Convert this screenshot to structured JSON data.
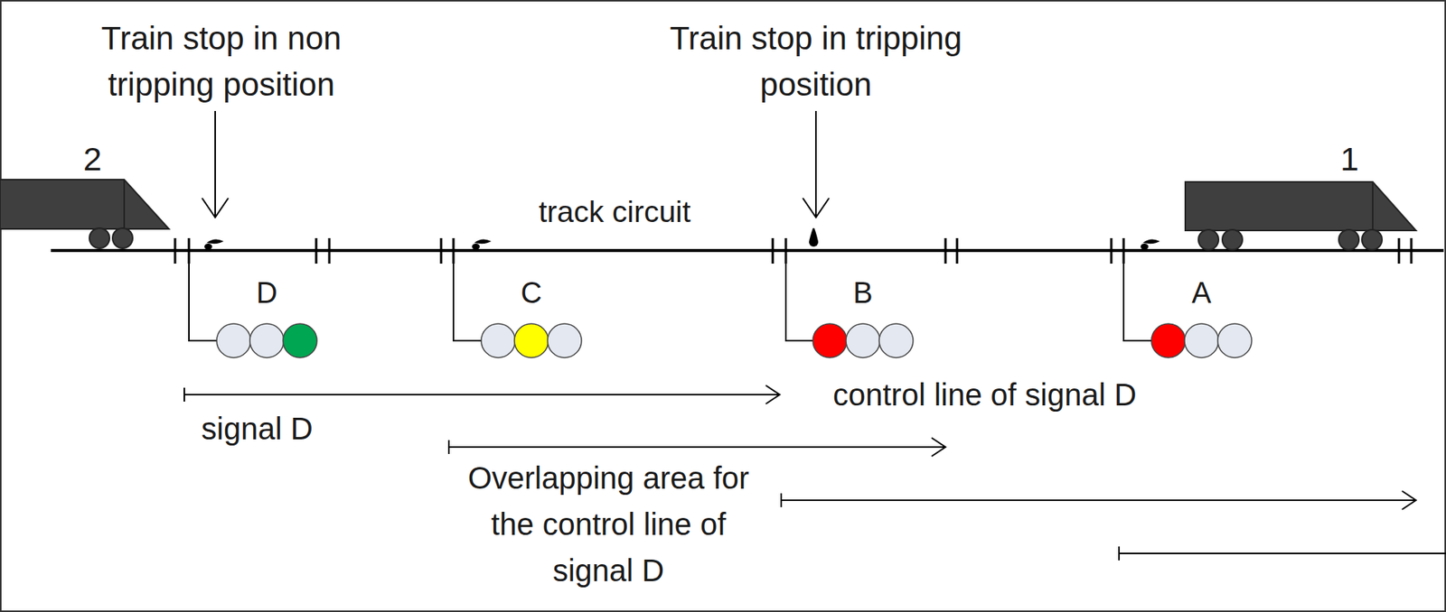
{
  "diagram": {
    "labels": [
      "Train stop in non tripping position",
      "Train stop in tripping position",
      "2",
      "1",
      "track circuit",
      "D",
      "C",
      "B",
      "A",
      "control line of signal D",
      "signal D",
      "Overlapping area for the control line of signal D"
    ]
  }
}
